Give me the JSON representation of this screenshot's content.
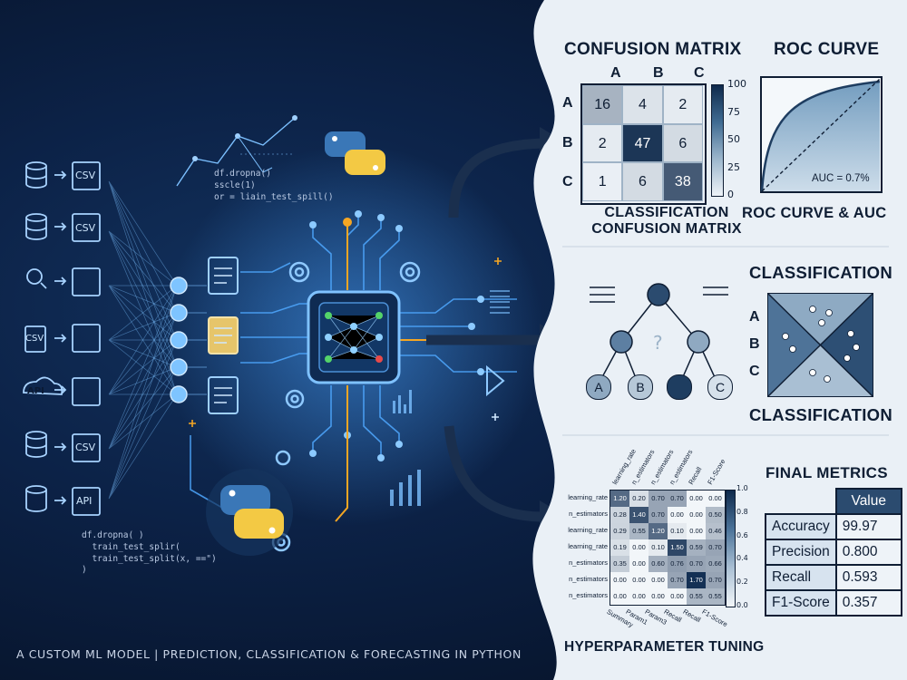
{
  "footer": {
    "caption": "A CUSTOM ML MODEL | PREDICTION, CLASSIFICATION & FORECASTING IN PYTHON"
  },
  "sources": [
    {
      "icon": "database-icon",
      "label": "CSV"
    },
    {
      "icon": "database-icon",
      "label": "CSV"
    },
    {
      "icon": "gear-search-icon",
      "label": ""
    },
    {
      "icon": "csv-file-icon",
      "label": "CSV"
    },
    {
      "icon": "cloud-api-icon",
      "label": "API"
    },
    {
      "icon": "database-icon",
      "label": "CSV"
    },
    {
      "icon": "database-icon",
      "label": "API"
    }
  ],
  "code": {
    "top": "df.dropna()\nsscle(1)\nor = liain_test_spill()",
    "bottom": "df.dropna( )\n  train_test_splir(\n  train_test_split(x, ==\")\n)"
  },
  "confusion": {
    "title": "CONFUSION MATRIX",
    "caption_line1": "CLASSIFICATION",
    "caption_line2": "CONFUSION MATRIX",
    "columns": [
      "A",
      "B",
      "C"
    ],
    "rows": [
      "A",
      "B",
      "C"
    ],
    "values": [
      [
        16,
        4,
        2
      ],
      [
        2,
        47,
        6
      ],
      [
        1,
        6,
        38
      ]
    ],
    "scale": [
      "100",
      "75",
      "50",
      "25",
      "0"
    ]
  },
  "roc": {
    "title": "ROC CURVE",
    "auc_label": "AUC = 0.7%",
    "caption": "ROC CURVE & AUC"
  },
  "classification": {
    "title": "CLASSIFICATION",
    "caption": "CLASSIFICATION",
    "tree_leaves": [
      "A",
      "B",
      "",
      "C"
    ],
    "region_labels": [
      "A",
      "B",
      "C"
    ]
  },
  "hyperparam": {
    "caption": "HYPERPARAMETER TUNING",
    "col_headers": [
      "learning_rate",
      "n_estimators",
      "n_estimators",
      "n_estimators",
      "Recall",
      "F1-Score"
    ],
    "row_labels": [
      "learning_rate",
      "n_estimators",
      "learning_rate",
      "learning_rate",
      "n_estimators",
      "n_estimators",
      "n_estimators"
    ],
    "values": [
      [
        "1.20",
        "0.20",
        "0.70",
        "0.70",
        "0.00",
        "0.00"
      ],
      [
        "0.28",
        "1.40",
        "0.70",
        "0.00",
        "0.00",
        "0.50"
      ],
      [
        "0.29",
        "0.55",
        "1.20",
        "0.10",
        "0.00",
        "0.46"
      ],
      [
        "0.19",
        "0.00",
        "0.10",
        "1.50",
        "0.59",
        "0.70"
      ],
      [
        "0.35",
        "0.00",
        "0.60",
        "0.76",
        "0.70",
        "0.66"
      ],
      [
        "0.00",
        "0.00",
        "0.00",
        "0.70",
        "1.70",
        "0.70"
      ],
      [
        "0.00",
        "0.00",
        "0.00",
        "0.00",
        "0.55",
        "0.55"
      ]
    ],
    "bottom_labels": [
      "Summary",
      "Param1",
      "Param3",
      "Recall",
      "Recall",
      "F1-Score"
    ],
    "scale": [
      "1.0",
      "0.8",
      "0.6",
      "0.4",
      "0.2",
      "0.0"
    ]
  },
  "final_metrics": {
    "title": "FINAL METRICS",
    "header": "Value",
    "rows": [
      {
        "name": "Accuracy",
        "value": "99.97"
      },
      {
        "name": "Precision",
        "value": "0.800"
      },
      {
        "name": "Recall",
        "value": "0.593"
      },
      {
        "name": "F1-Score",
        "value": "0.357"
      }
    ]
  },
  "colors": {
    "accent": "#f5a623",
    "glow": "#6fb7ff",
    "navy": "#0f1e34",
    "panel": "#e9eff5"
  }
}
